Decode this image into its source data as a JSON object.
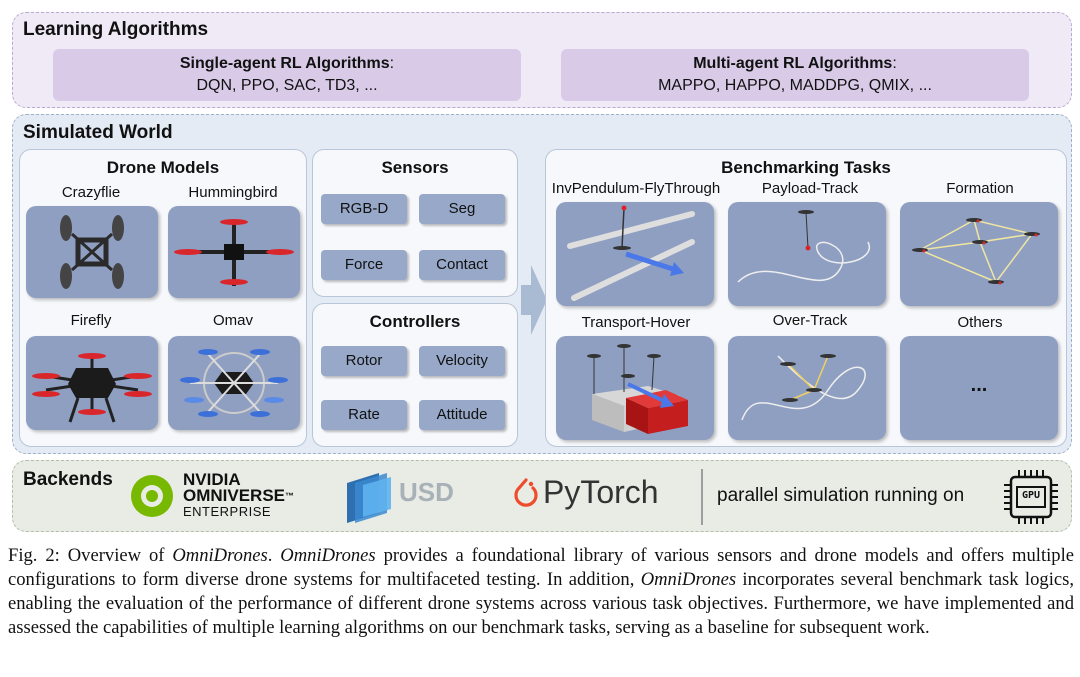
{
  "learning": {
    "title": "Learning Algorithms",
    "single": {
      "title": "Single-agent RL Algorithms",
      "colon": ":",
      "items": "DQN, PPO, SAC, TD3, ..."
    },
    "multi": {
      "title": "Multi-agent RL Algorithms",
      "colon": ":",
      "items": "MAPPO, HAPPO, MADDPG, QMIX, ..."
    }
  },
  "world": {
    "title": "Simulated World",
    "drone_models": {
      "title": "Drone Models",
      "items": [
        "Crazyflie",
        "Hummingbird",
        "Firefly",
        "Omav"
      ]
    },
    "sensors": {
      "title": "Sensors",
      "items": [
        "RGB-D",
        "Seg",
        "Force",
        "Contact"
      ]
    },
    "controllers": {
      "title": "Controllers",
      "items": [
        "Rotor",
        "Velocity",
        "Rate",
        "Attitude"
      ]
    },
    "tasks": {
      "title": "Benchmarking Tasks",
      "items": [
        "InvPendulum-FlyThrough",
        "Payload-Track",
        "Formation",
        "Transport-Hover",
        "Over-Track",
        "Others"
      ],
      "others_symbol": "..."
    }
  },
  "backends": {
    "title": "Backends",
    "nvidia": {
      "line1": "NVIDIA",
      "line2": "OMNIVERSE",
      "tm": "™",
      "line3": "ENTERPRISE"
    },
    "usd": "USD",
    "pytorch": "PyTorch",
    "parallel": "parallel simulation running on",
    "gpu": "GPU"
  },
  "caption": {
    "p1": "Fig. 2: Overview of ",
    "e1": "OmniDrones",
    "p2": ". ",
    "e2": "OmniDrones",
    "p3": " provides a foundational library of various sensors and drone models and offers multiple configurations to form diverse drone systems for multifaceted testing. In addition, ",
    "e3": "OmniDrones",
    "p4": " incorporates several benchmark task logics, enabling the evaluation of the performance of different drone systems across various task objectives. Furthermore, we have implemented and assessed the capabilities of multiple learning algorithms on our benchmark tasks, serving as a baseline for subsequent work."
  },
  "colors": {
    "learning_bg": "#efeaf6",
    "world_bg": "#e4ebf4",
    "backends_bg": "#e8ece4",
    "tile": "#8f9fc2",
    "button": "#97a8c8",
    "rotor_red": "#d8262b",
    "nvidia_green": "#76b900",
    "pytorch_orange": "#ee4c2c",
    "usd_blue": "#2e6fb0"
  }
}
